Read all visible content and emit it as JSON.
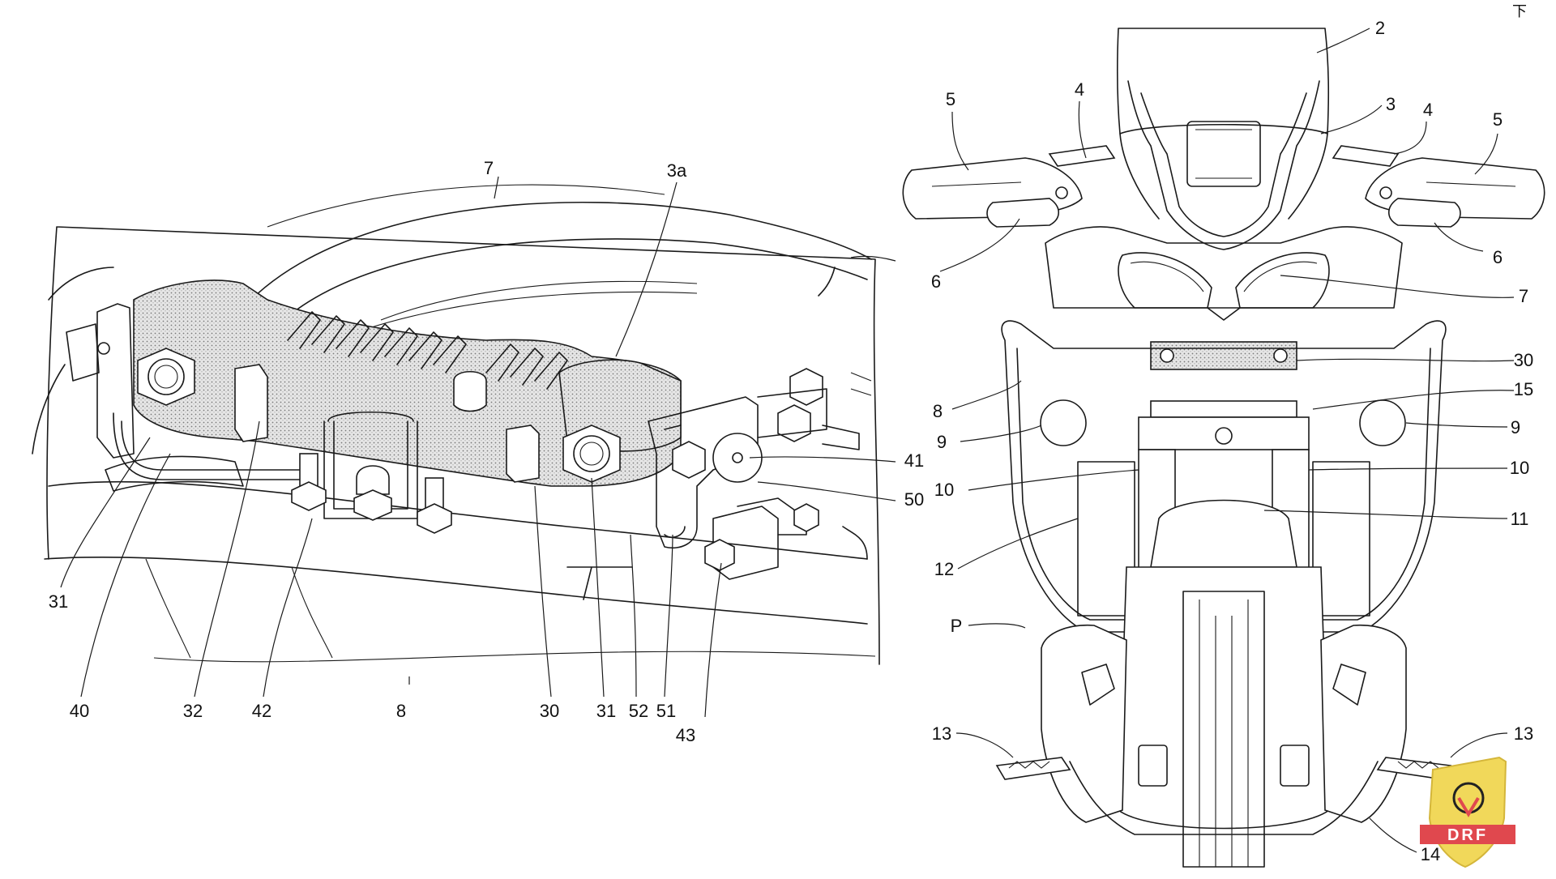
{
  "corner_mark": "下",
  "figure_left": {
    "labels": [
      "7",
      "3a",
      "41",
      "50",
      "31",
      "40",
      "32",
      "42",
      "8",
      "30",
      "31",
      "52",
      "51",
      "43"
    ]
  },
  "figure_right": {
    "labels": [
      "2",
      "3",
      "4",
      "4",
      "5",
      "5",
      "6",
      "6",
      "7",
      "30",
      "15",
      "8",
      "9",
      "9",
      "10",
      "10",
      "11",
      "12",
      "P",
      "13",
      "13",
      "14"
    ]
  },
  "watermark": {
    "text": "DRF",
    "colors": {
      "shield": "#f1d85a",
      "banner": "#e0484e",
      "ink": "#222222"
    }
  }
}
